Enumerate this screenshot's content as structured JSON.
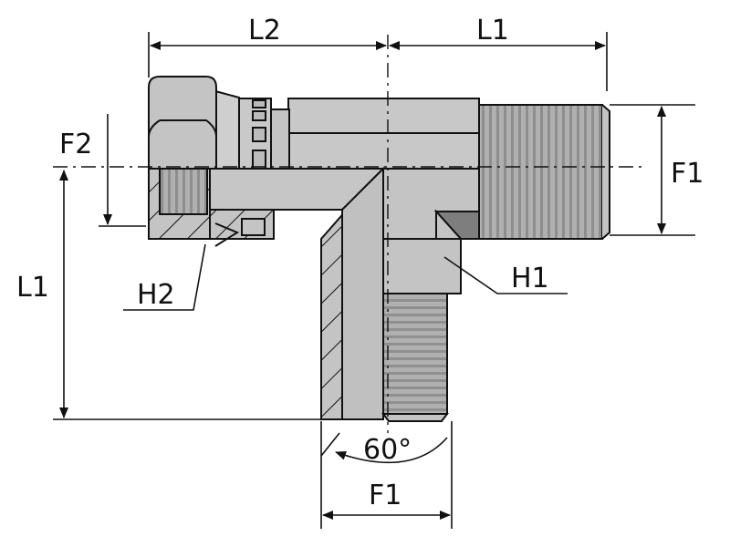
{
  "labels": {
    "l2_top": "L2",
    "l1_top": "L1",
    "f1_right": "F1",
    "f2_left": "F2",
    "l1_left": "L1",
    "h2": "H2",
    "h1": "H1",
    "angle": "60°",
    "f1_bottom": "F1"
  },
  "colors": {
    "body": "#c4c4c4",
    "body_light": "#d0d0d0",
    "thread": "#a8a8a8",
    "dark": "#8a8a8a",
    "line": "#111111"
  }
}
